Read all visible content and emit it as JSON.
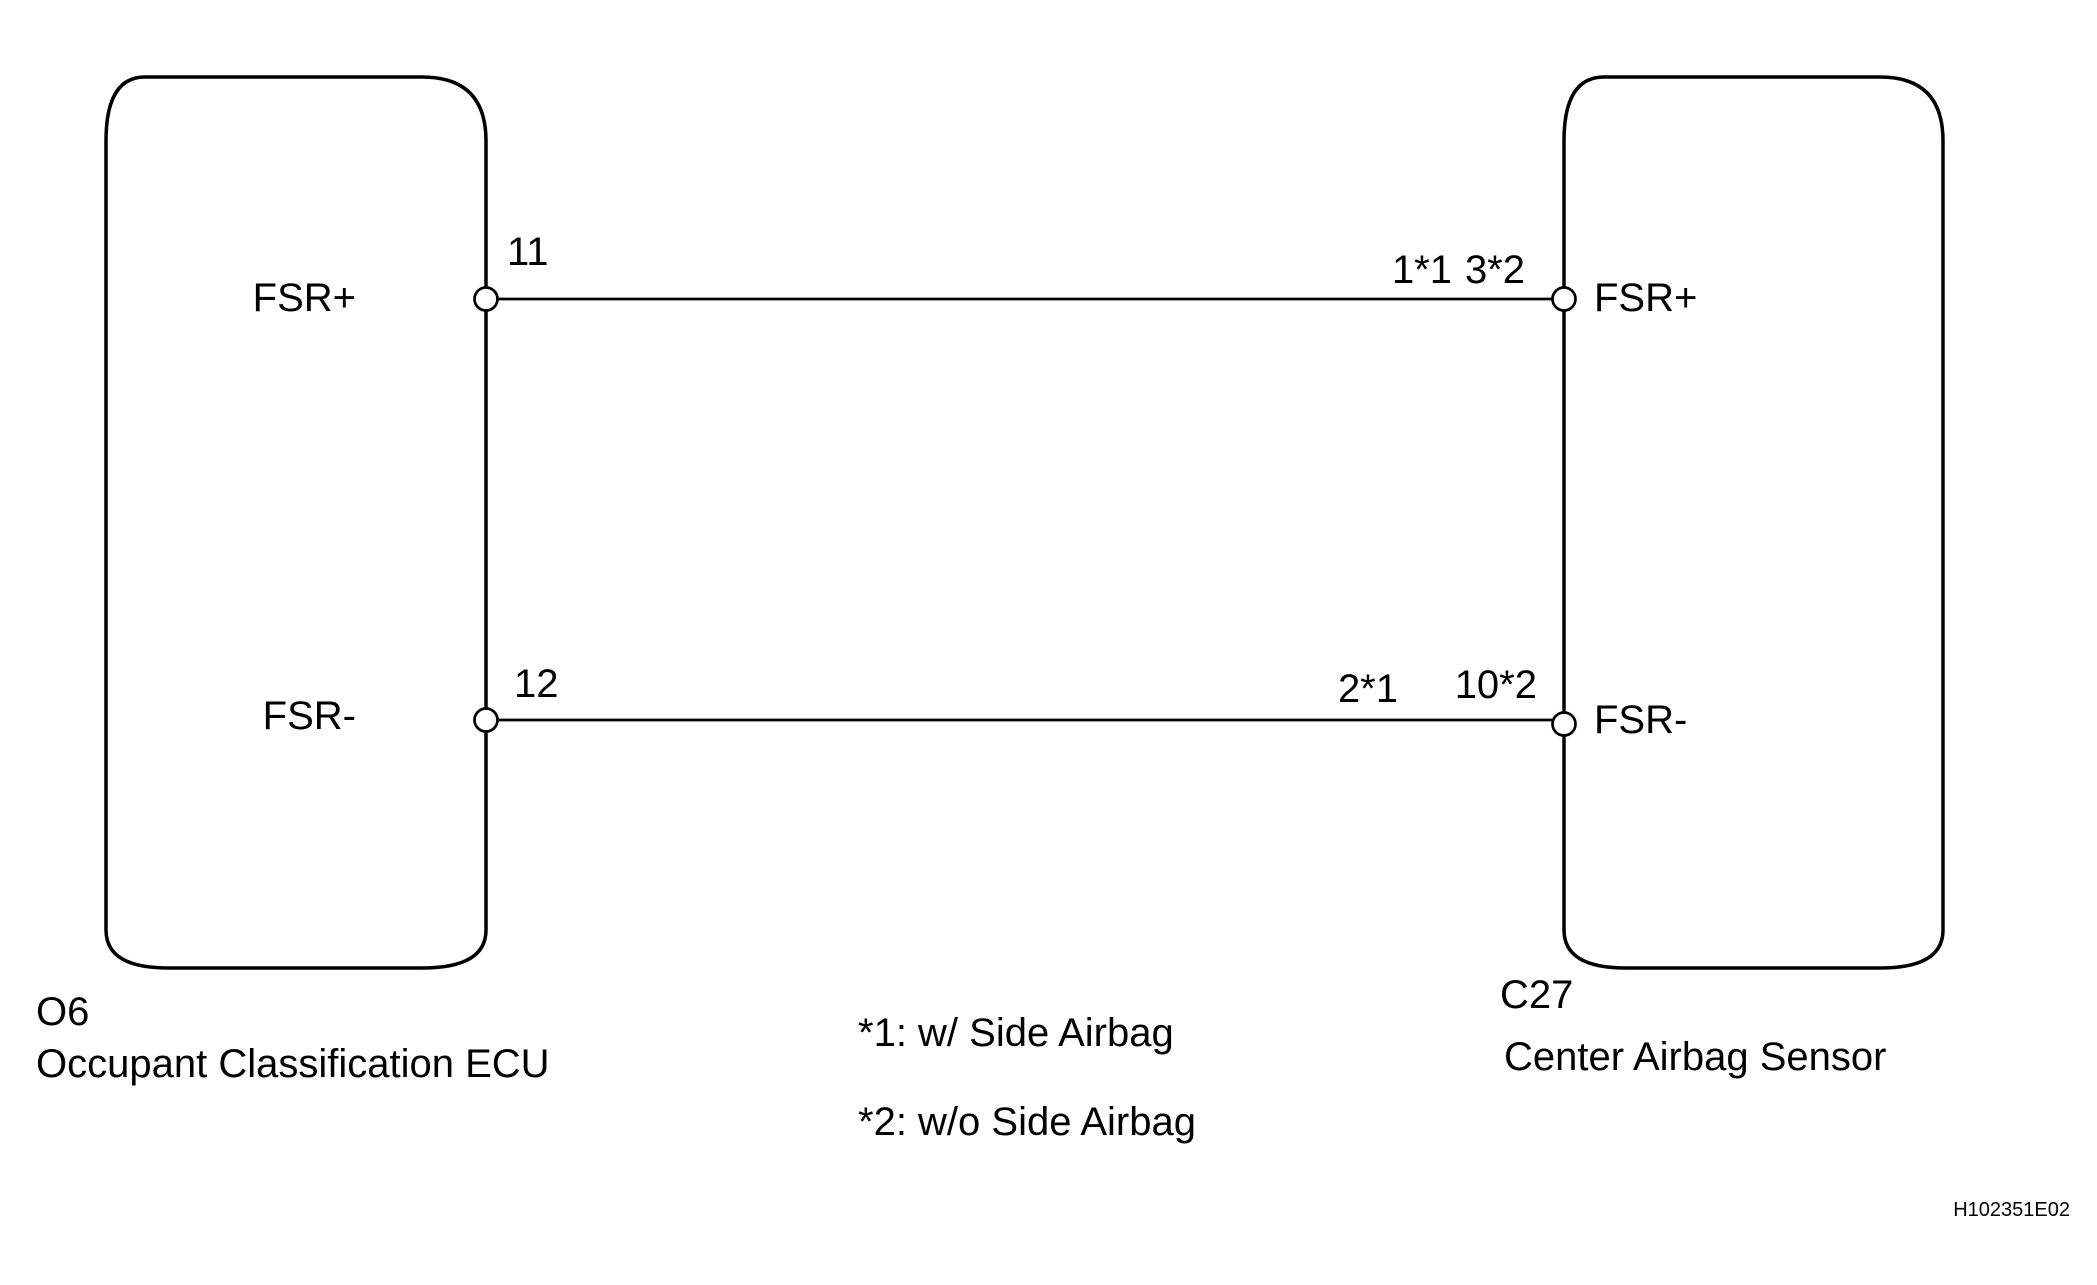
{
  "left_component": {
    "code": "O6",
    "name": "Occupant Classification ECU",
    "pins": [
      {
        "name": "FSR+",
        "number": "11"
      },
      {
        "name": "FSR-",
        "number": "12"
      }
    ]
  },
  "right_component": {
    "code": "C27",
    "name": "Center Airbag Sensor",
    "pins": [
      {
        "name": "FSR+",
        "number_a": "1*1",
        "number_b": "3*2"
      },
      {
        "name": "FSR-",
        "number_a": "2*1",
        "number_b": "10*2"
      }
    ]
  },
  "notes": [
    "*1: w/ Side Airbag",
    "*2: w/o Side Airbag"
  ],
  "figure_id": "H102351E02"
}
